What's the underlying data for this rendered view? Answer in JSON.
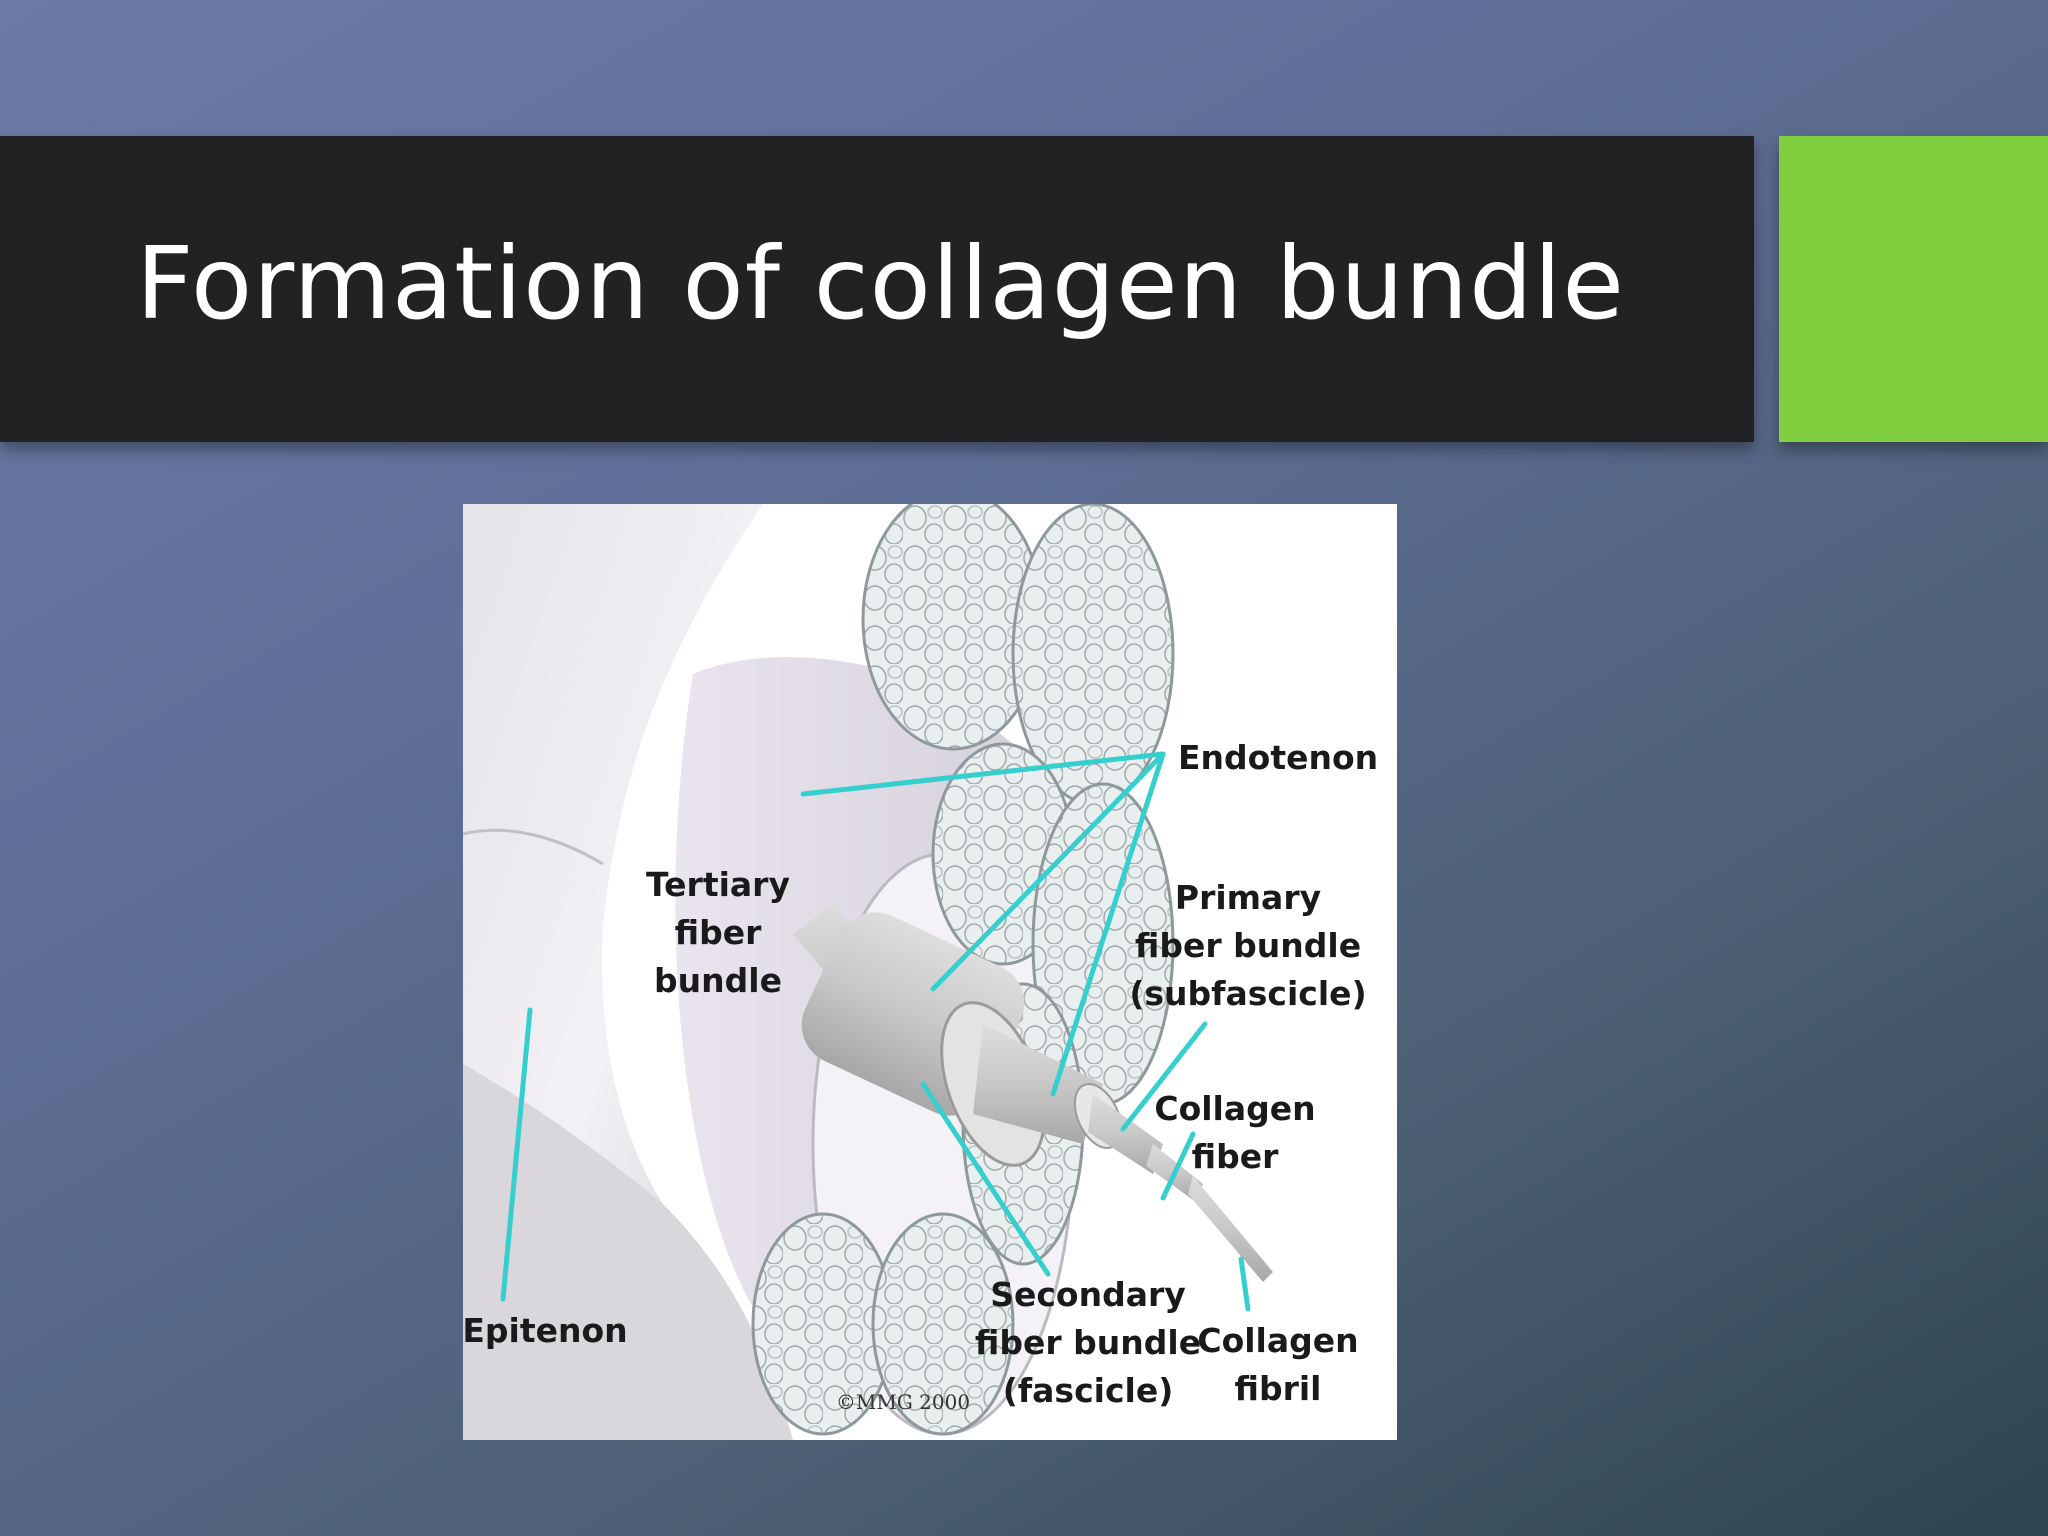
{
  "slide": {
    "title": "Formation of collagen bundle",
    "accent_color": "#7fcf3f",
    "title_bar_color": "#222124"
  },
  "diagram": {
    "labels": {
      "endotenon": "Endotenon",
      "tertiary": [
        "Tertiary",
        "fiber",
        "bundle"
      ],
      "primary": [
        "Primary",
        "fiber bundle",
        "(subfascicle)"
      ],
      "collagen_fiber": [
        "Collagen",
        "fiber"
      ],
      "epitenon": "Epitenon",
      "secondary": [
        "Secondary",
        "fiber bundle",
        "(fascicle)"
      ],
      "collagen_fibril": [
        "Collagen",
        "fibril"
      ]
    },
    "copyright": "©MMG 2000",
    "leader_color": "#35cfcf"
  }
}
